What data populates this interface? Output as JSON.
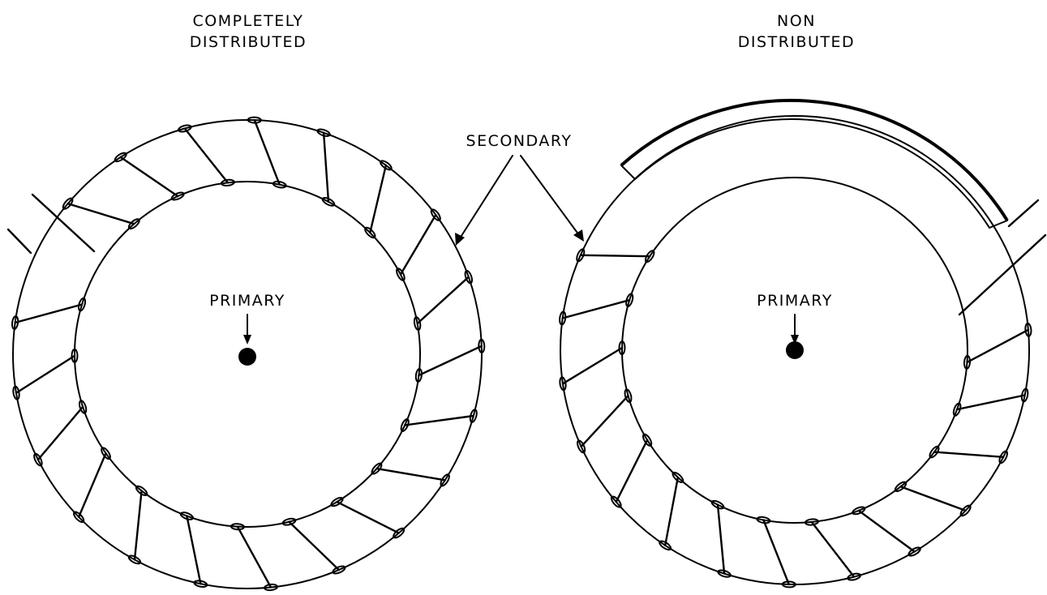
{
  "diagram": {
    "left_title_line1": "COMPLETELY",
    "left_title_line2": "DISTRIBUTED",
    "right_title_line1": "NON",
    "right_title_line2": "DISTRIBUTED",
    "secondary_label": "SECONDARY",
    "left_primary_label": "PRIMARY",
    "right_primary_label": "PRIMARY",
    "left_winding": {
      "arrangement": "completely distributed",
      "turns": 20
    },
    "right_winding": {
      "arrangement": "non distributed",
      "turns": 14
    },
    "stroke_color": "#000000",
    "background_color": "#ffffff"
  }
}
